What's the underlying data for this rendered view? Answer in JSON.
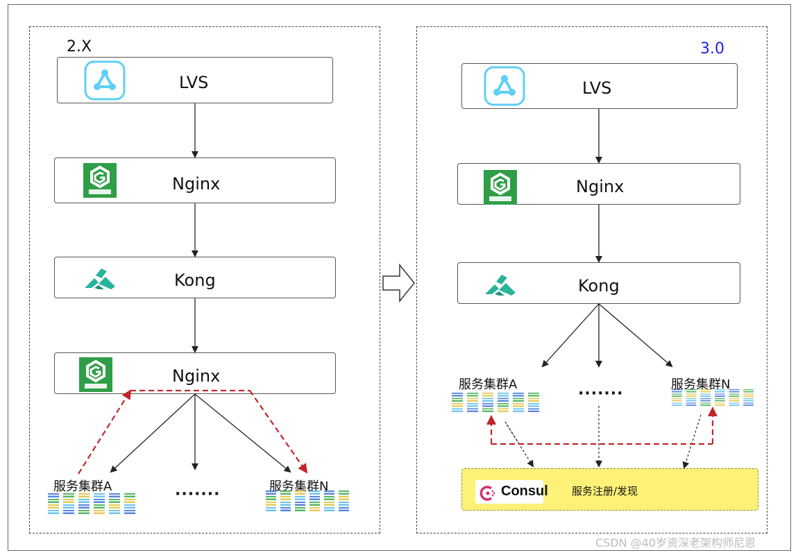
{
  "panel_2x": {
    "version": "2.X",
    "nodes": [
      "LVS",
      "Nginx",
      "Kong",
      "Nginx"
    ],
    "cluster_a": "服务集群A",
    "cluster_n": "服务集群N",
    "ellipsis": "·······"
  },
  "panel_30": {
    "version": "3.0",
    "nodes": [
      "LVS",
      "Nginx",
      "Kong"
    ],
    "cluster_a": "服务集群A",
    "cluster_n": "服务集群N",
    "ellipsis": "·······",
    "consul_name": "Consul",
    "consul_desc": "服务注册/发现"
  },
  "watermark": "CSDN @40岁资深老架构师尼恩",
  "icons": {
    "lvs": "lvs-network-icon",
    "nginx": "nginx-icon",
    "kong": "kong-icon",
    "consul": "consul-icon",
    "cluster": "server-cluster-icon",
    "transition": "hollow-right-arrow-icon"
  },
  "colors": {
    "lvs_border": "#5fd0f5",
    "nginx_green": "#2f9e46",
    "kong_teal": "#28b39a",
    "red_dashed": "#c0262b",
    "consul_bg": "#fdf277",
    "consul_pink": "#d62e6f",
    "version_30": "#1f1fdd"
  }
}
